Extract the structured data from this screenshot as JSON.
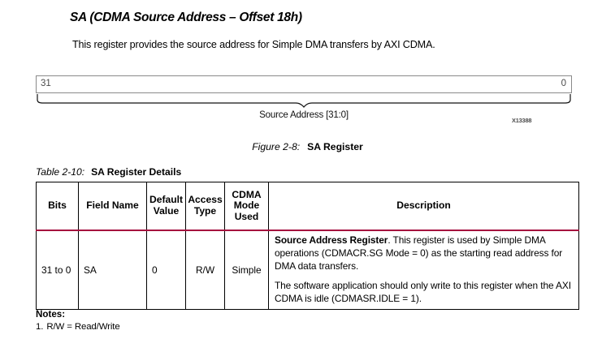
{
  "section": {
    "heading": "SA (CDMA Source Address – Offset 18h)",
    "intro": "This register provides the source address for Simple DMA transfers by AXI CDMA."
  },
  "register_figure": {
    "msb_label": "31",
    "lsb_label": "0",
    "field_caption": "Source Address [31:0]",
    "figure_id": "X13388",
    "caption_number": "Figure 2-8:",
    "caption_title": "SA Register"
  },
  "table": {
    "caption_number": "Table 2-10:",
    "caption_title": "SA Register Details",
    "headers": [
      "Bits",
      "Field Name",
      "Default Value",
      "Access Type",
      "CDMA Mode Used",
      "Description"
    ],
    "header_lines": {
      "bits": "Bits",
      "field_name": "Field Name",
      "default_value_l1": "Default",
      "default_value_l2": "Value",
      "access_type_l1": "Access",
      "access_type_l2": "Type",
      "cdma_mode_l1": "CDMA",
      "cdma_mode_l2": "Mode",
      "cdma_mode_l3": "Used",
      "description": "Description"
    },
    "rows": [
      {
        "bits": "31 to 0",
        "field_name": "SA",
        "default_value": "0",
        "access_type": "R/W",
        "cdma_mode_used": "Simple",
        "description_bold": "Source Address Register",
        "description_p1": ". This register is used by Simple DMA operations (CDMACR.SG Mode = 0) as the starting read address for DMA data transfers.",
        "description_p2": "The software application should only write to this register when the AXI CDMA is idle (CDMASR.IDLE = 1)."
      }
    ],
    "divider_color": "#a50d3e"
  },
  "notes": {
    "title": "Notes:",
    "items": [
      {
        "number": "1.",
        "text": "R/W = Read/Write"
      }
    ]
  }
}
